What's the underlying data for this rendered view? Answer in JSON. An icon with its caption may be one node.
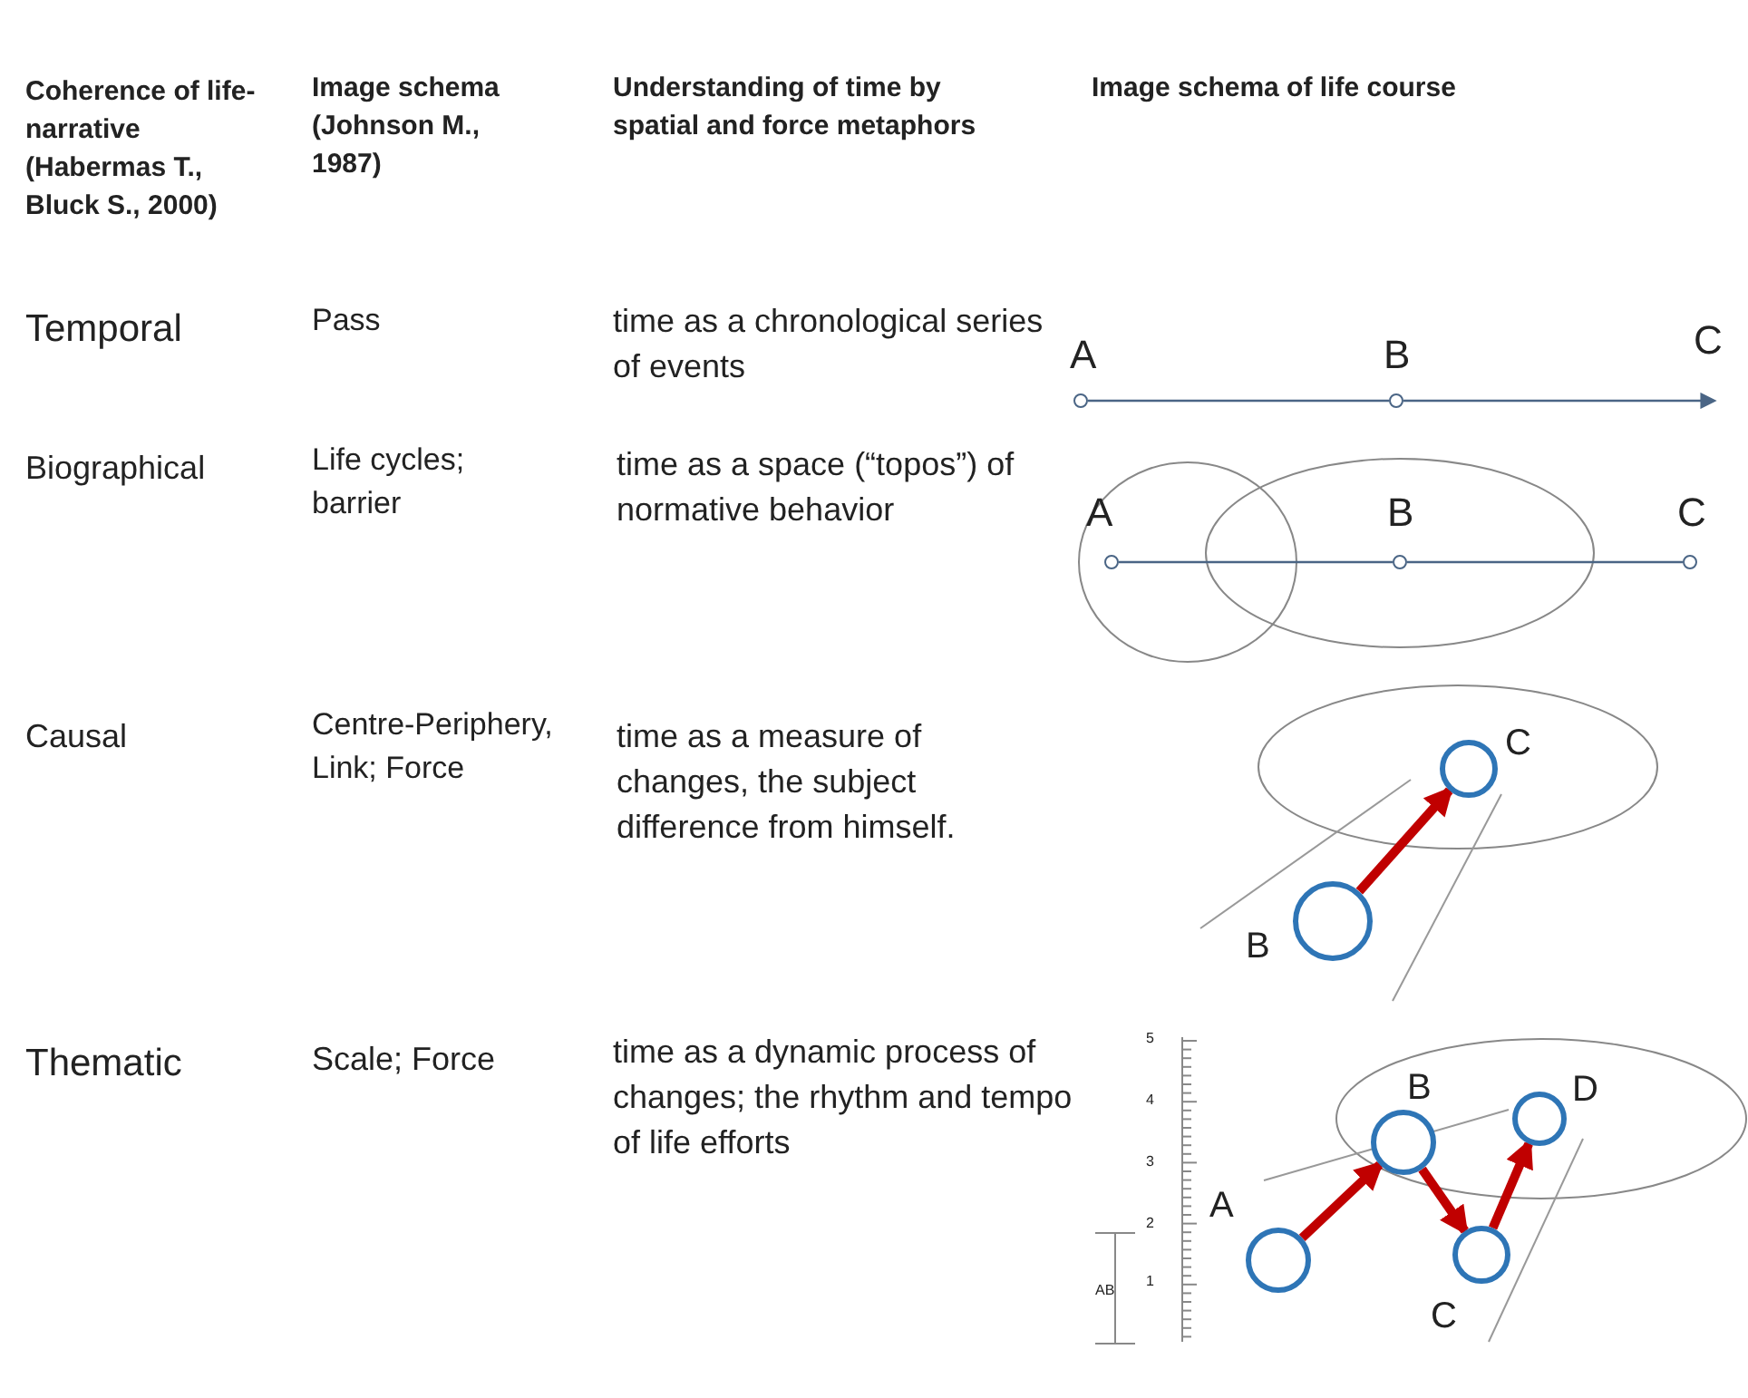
{
  "diagram": {
    "nodes": [
      {
        "text": [],
        "shape": "circle",
        "beside": [
          "A"
        ]
      },
      {
        "text": [],
        "shape": "circle",
        "beside": [
          "B"
        ]
      },
      {
        "text": [],
        "shape": "circle",
        "beside": [
          "A"
        ]
      },
      {
        "text": [],
        "shape": "circle",
        "beside": [
          "B"
        ]
      },
      {
        "text": [],
        "shape": "circle",
        "beside": [
          "C"
        ]
      },
      {
        "text": [],
        "shape": "circle",
        "beside": [
          "B"
        ]
      },
      {
        "text": [],
        "shape": "circle",
        "beside": [
          "C"
        ]
      },
      {
        "text": [],
        "shape": "circle",
        "beside": [
          "A"
        ]
      },
      {
        "text": [],
        "shape": "circle",
        "beside": [
          "B"
        ]
      },
      {
        "text": [],
        "shape": "circle",
        "beside": [
          "C"
        ]
      },
      {
        "text": [],
        "shape": "circle",
        "beside": [
          "D"
        ]
      }
    ],
    "edges": [
      {
        "from": 0,
        "to": 1,
        "arrow": "none"
      },
      {
        "from": 1,
        "to": null,
        "arrow": "to"
      },
      {
        "from": 2,
        "to": 3,
        "arrow": "none"
      },
      {
        "from": 3,
        "to": 4,
        "arrow": "none"
      },
      {
        "from": 5,
        "to": 6,
        "arrow": "to",
        "style": "thick",
        "color": "#c00000"
      },
      {
        "from": 7,
        "to": 8,
        "arrow": "to",
        "style": "thick",
        "color": "#c00000"
      },
      {
        "from": 8,
        "to": 9,
        "arrow": "to",
        "style": "thick",
        "color": "#c00000"
      },
      {
        "from": 9,
        "to": 10,
        "arrow": "to",
        "style": "thick",
        "color": "#c00000"
      }
    ],
    "labels": [
      "Coherence of life-narrative (Habermas T., Bluck S., 2000)",
      "Image schema (Johnson M., 1987)",
      "Understanding of time by spatial and force metaphors",
      "Image schema of life course",
      "Temporal",
      "Pass",
      "time as a chronological series of events",
      "C",
      "Biographical",
      "Life cycles; barrier",
      "time as a space (“topos”) of normative behavior",
      "Causal",
      "Centre-Periphery, Link; Force",
      "time as a measure of changes, the subject difference from himself.",
      "Thematic",
      "Scale; Force",
      "time as a dynamic process of changes; the rhythm and tempo of life efforts",
      "5",
      "4",
      "3",
      "2",
      "1",
      "AB"
    ]
  }
}
